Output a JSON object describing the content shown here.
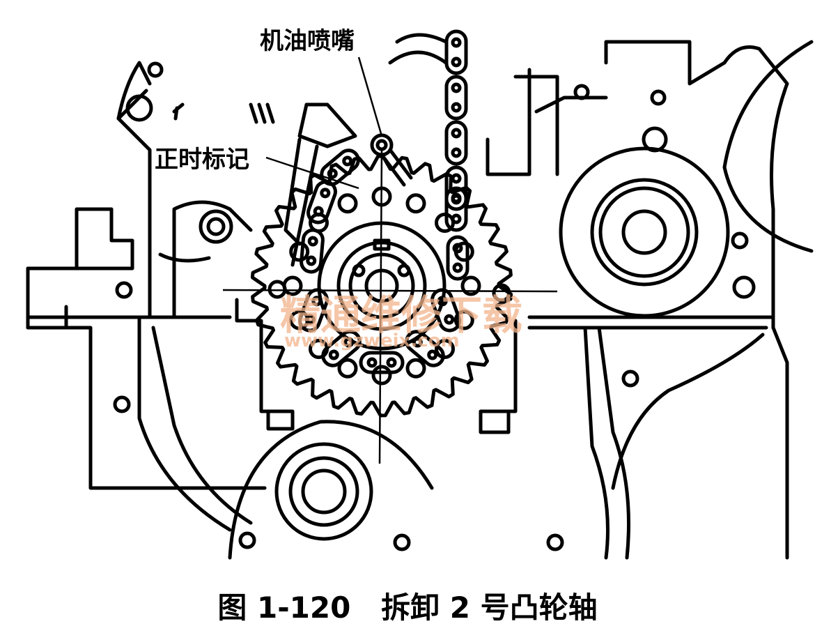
{
  "labels": {
    "oil_nozzle": "机油喷嘴",
    "timing_mark": "正时标记"
  },
  "caption": {
    "figure_number": "图 1-120",
    "title": "拆卸 2 号凸轮轴"
  },
  "watermark": {
    "cn": "精通维修下载",
    "url": "www.gzweix.com"
  }
}
